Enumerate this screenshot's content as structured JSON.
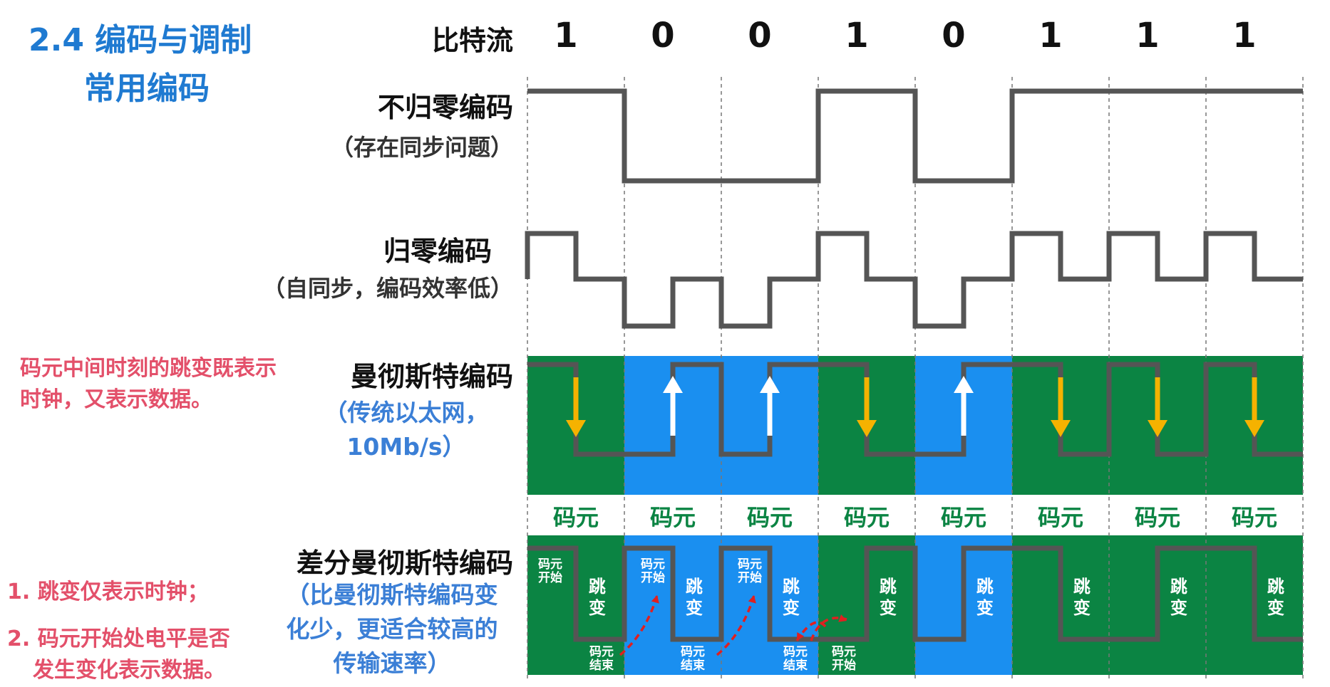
{
  "header": {
    "title": "2.4 编码与调制",
    "subtitle": "常用编码"
  },
  "bitstream": {
    "label": "比特流",
    "bits": [
      "1",
      "0",
      "0",
      "1",
      "0",
      "1",
      "1",
      "1"
    ]
  },
  "nrz": {
    "label": "不归零编码",
    "note": "（存在同步问题）"
  },
  "rz": {
    "label": "归零编码",
    "note": "（自同步，编码效率低）"
  },
  "manchester": {
    "label": "曼彻斯特编码",
    "note_line1": "（传统以太网，",
    "note_line2": "10Mb/s）",
    "side_note_line1": "码元中间时刻的跳变既表示",
    "side_note_line2": "时钟，又表示数据。"
  },
  "symbol_label": "码元",
  "diff_manchester": {
    "label": "差分曼彻斯特编码",
    "note_line1": "（比曼彻斯特编码变",
    "note_line2": "化少，更适合较高的",
    "note_line3": "传输速率）",
    "side_note_1": "1. 跳变仅表示时钟；",
    "side_note_2_line1": "2. 码元开始处电平是否",
    "side_note_2_line2": "发生变化表示数据。",
    "jump_label": [
      "跳",
      "变"
    ],
    "start_label": [
      "码元",
      "开始"
    ],
    "end_label": [
      "码元",
      "结束"
    ]
  },
  "colors": {
    "green": "#0b8443",
    "blue": "#1a8ff0",
    "signal": "#555555",
    "arrow_yellow": "#f5b200",
    "arrow_white": "#ffffff",
    "arrow_red": "#e02020",
    "title_blue": "#1f7ad1",
    "pink": "#e3506a"
  }
}
